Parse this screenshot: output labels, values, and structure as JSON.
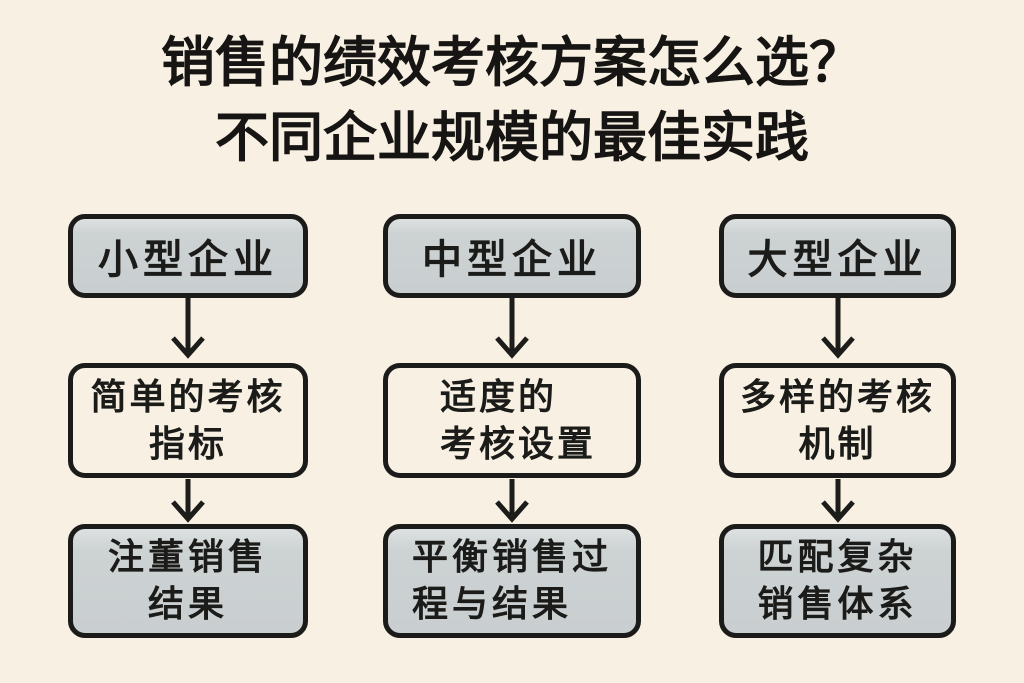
{
  "title": {
    "line1": "销售的绩效考核方案怎么选？",
    "line2": "不同企业规模的最佳实践"
  },
  "columns": [
    {
      "header": "小型企业",
      "middle": {
        "line1": "简单的考核",
        "line2": "指标"
      },
      "bottom": {
        "line1": "注董销售",
        "line2": "结果"
      }
    },
    {
      "header": "中型企业",
      "middle": {
        "line1": "适度的",
        "line2": "考核设置"
      },
      "bottom": {
        "line1": "平衡销售过",
        "line2": "程与结果"
      }
    },
    {
      "header": "大型企业",
      "middle": {
        "line1": "多样的考核",
        "line2": "机制"
      },
      "bottom": {
        "line1": "匹配复杂",
        "line2": "销售体系"
      }
    }
  ],
  "colors": {
    "background": "#f8f1e3",
    "box_gray": "#cdd2d3",
    "box_cream": "#f8f1e3",
    "ink": "#1b1b19"
  }
}
